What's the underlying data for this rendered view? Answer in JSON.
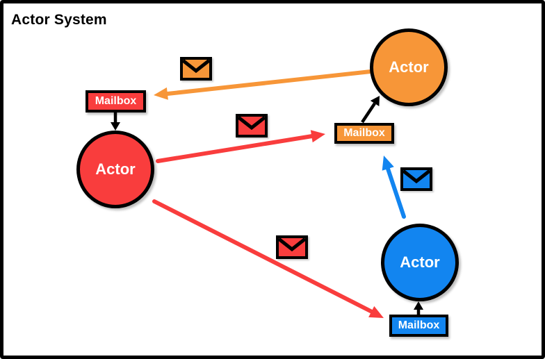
{
  "title": "Actor System",
  "colors": {
    "red": "#F93D3D",
    "orange": "#F79638",
    "blue": "#1285F0",
    "outline": "#000000",
    "background": "#FFFFFF",
    "label_text": "#FFFFFF"
  },
  "actors": {
    "red": {
      "label": "Actor"
    },
    "orange": {
      "label": "Actor"
    },
    "blue": {
      "label": "Actor"
    }
  },
  "mailboxes": {
    "red": {
      "label": "Mailbox"
    },
    "orange": {
      "label": "Mailbox"
    },
    "blue": {
      "label": "Mailbox"
    }
  },
  "envelopes": [
    {
      "icon": "envelope-icon",
      "color": "orange"
    },
    {
      "icon": "envelope-icon",
      "color": "red"
    },
    {
      "icon": "envelope-icon",
      "color": "red"
    },
    {
      "icon": "envelope-icon",
      "color": "blue"
    }
  ],
  "edges": [
    {
      "type": "message",
      "from": "orange-actor",
      "to": "red-mailbox",
      "color": "orange"
    },
    {
      "type": "message",
      "from": "red-actor",
      "to": "orange-mailbox",
      "color": "red"
    },
    {
      "type": "message",
      "from": "red-actor",
      "to": "blue-mailbox",
      "color": "red"
    },
    {
      "type": "message",
      "from": "blue-actor",
      "to": "orange-mailbox",
      "color": "blue"
    },
    {
      "type": "delivery",
      "from": "red-mailbox",
      "to": "red-actor",
      "color": "black"
    },
    {
      "type": "delivery",
      "from": "orange-mailbox",
      "to": "orange-actor",
      "color": "black"
    },
    {
      "type": "delivery",
      "from": "blue-mailbox",
      "to": "blue-actor",
      "color": "black"
    }
  ]
}
